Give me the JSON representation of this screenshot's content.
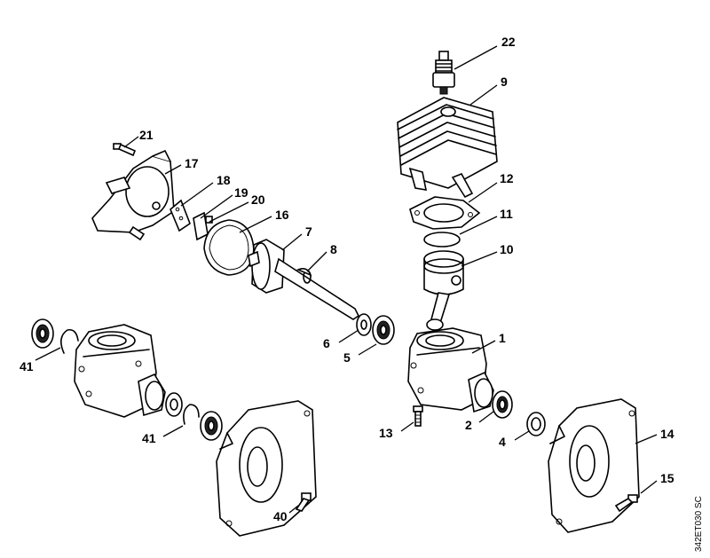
{
  "drawing_code": "342ET030 SC",
  "callouts": [
    "22",
    "9",
    "21",
    "17",
    "18",
    "19",
    "20",
    "16",
    "12",
    "7",
    "11",
    "8",
    "10",
    "1",
    "41",
    "6",
    "5",
    "2",
    "4",
    "13",
    "14",
    "41",
    "15",
    "40"
  ]
}
